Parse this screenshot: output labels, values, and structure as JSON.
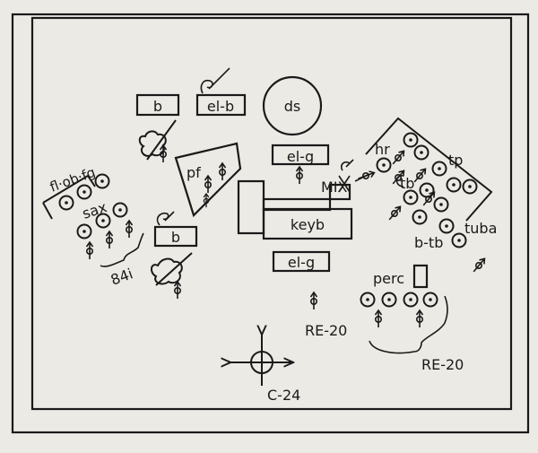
{
  "diagram": {
    "labels": {
      "ds": "ds",
      "b_top": "b",
      "el_b": "el-b",
      "el_g_top": "el-g",
      "el_g_bottom": "el-g",
      "keyb": "keyb",
      "mix": "MIX",
      "pf": "pf",
      "b_left": "b",
      "winds": "fl·ob·fg",
      "sax": "sax",
      "mic_84i": "84i",
      "hr": "hr",
      "tp": "tp",
      "tb": "tb",
      "tuba": "tuba",
      "b_tb": "b-tb",
      "perc": "perc",
      "re20_center": "RE-20",
      "re20_right": "RE-20",
      "c24": "C-24"
    }
  },
  "colors": {
    "ink": "#1a1a1a",
    "paper": "#eceae4"
  }
}
